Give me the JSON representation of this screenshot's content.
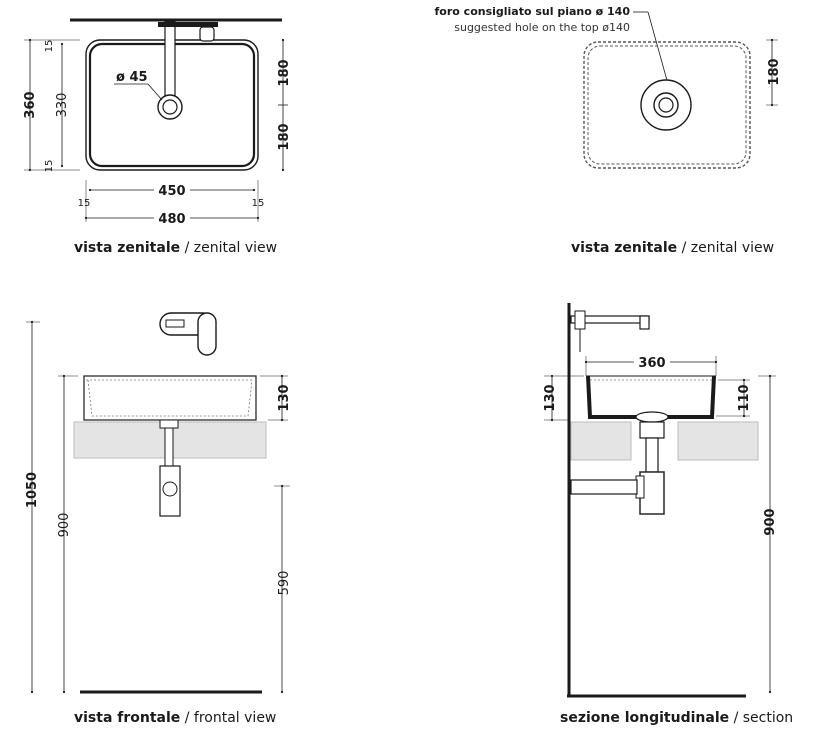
{
  "views": {
    "top_left": {
      "caption_it": "vista zenitale",
      "caption_sep": " / ",
      "caption_en": "zenital view",
      "dims": {
        "d360": "360",
        "d330": "330",
        "d15a": "15",
        "d15b": "15",
        "d180a": "180",
        "d180b": "180",
        "d450": "450",
        "d480": "480",
        "d15c": "15",
        "d15d": "15",
        "hole": "ø 45"
      }
    },
    "top_right": {
      "caption_it": "vista zenitale",
      "caption_sep": " / ",
      "caption_en": "zenital view",
      "note_it": "foro consigliato sul piano ø 140",
      "note_en": "suggested hole on the top ø140",
      "dims": {
        "d180": "180"
      }
    },
    "bottom_left": {
      "caption_it": "vista frontale",
      "caption_sep": " / ",
      "caption_en": "frontal view",
      "dims": {
        "d1050": "1050",
        "d900": "900",
        "d130": "130",
        "d590": "590"
      }
    },
    "bottom_right": {
      "caption_it": "sezione longitudinale",
      "caption_sep": " / ",
      "caption_en": "section",
      "dims": {
        "d360": "360",
        "d130": "130",
        "d110": "110",
        "d900": "900"
      }
    }
  }
}
